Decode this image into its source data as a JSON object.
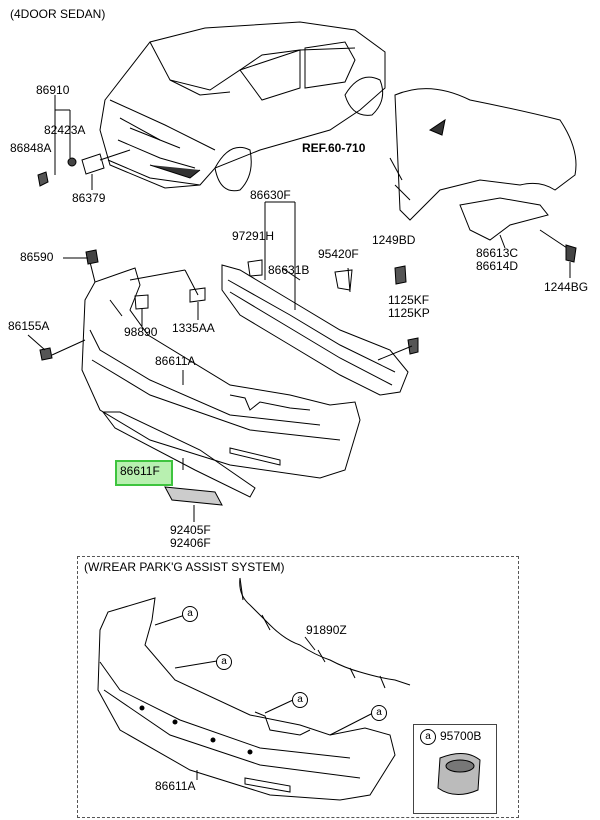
{
  "title": "(4DOOR SEDAN)",
  "ref_label": "REF.60-710",
  "section_title": "(W/REAR PARK'G ASSIST SYSTEM)",
  "circle_marker": "a",
  "parts": {
    "p86910": "86910",
    "p82423A": "82423A",
    "p86848A": "86848A",
    "p86379": "86379",
    "p86630F": "86630F",
    "p97291H": "97291H",
    "p86631B": "86631B",
    "p95420F": "95420F",
    "p1249BD": "1249BD",
    "p86590": "86590",
    "p98890": "98890",
    "p1335AA": "1335AA",
    "p86155A": "86155A",
    "p1125KF": "1125KF",
    "p1125KP": "1125KP",
    "p86611A": "86611A",
    "p86611F": "86611F",
    "p92405F": "92405F",
    "p92406F": "92406F",
    "p86613C": "86613C",
    "p86614D": "86614D",
    "p1244BG": "1244BG",
    "p91890Z": "91890Z",
    "p95700B": "95700B",
    "p86611A_lower": "86611A"
  },
  "highlight_color": "#b8f0b0"
}
